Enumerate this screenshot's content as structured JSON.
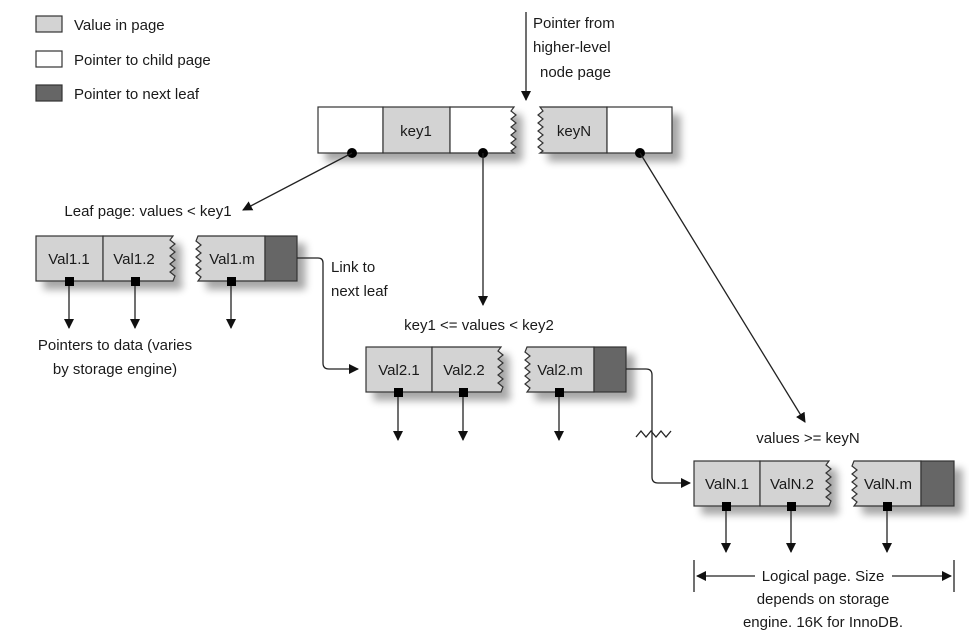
{
  "legend": [
    {
      "label": "Value in page",
      "swatch": "value",
      "color": "#d3d3d3"
    },
    {
      "label": "Pointer to child page",
      "swatch": "pointer",
      "color": "#ffffff"
    },
    {
      "label": "Pointer to next leaf",
      "swatch": "next",
      "color": "#666666"
    }
  ],
  "root": {
    "incoming_label": [
      "Pointer from",
      "higher-level",
      "node page"
    ],
    "cells": [
      "",
      "key1",
      "",
      "keyN",
      ""
    ]
  },
  "leaf1": {
    "label": "Leaf page: values < key1",
    "cells": [
      "Val1.1",
      "Val1.2",
      "Val1.m"
    ],
    "data_note": [
      "Pointers to data (varies",
      "by storage engine)"
    ],
    "link_label": [
      "Link to",
      "next leaf"
    ]
  },
  "leaf2": {
    "label": "key1 <= values < key2",
    "cells": [
      "Val2.1",
      "Val2.2",
      "Val2.m"
    ]
  },
  "leafN": {
    "label": "values >= keyN",
    "cells": [
      "ValN.1",
      "ValN.2",
      "ValN.m"
    ],
    "page_note": [
      "Logical page. Size",
      "depends on storage",
      "engine. 16K for InnoDB."
    ]
  }
}
